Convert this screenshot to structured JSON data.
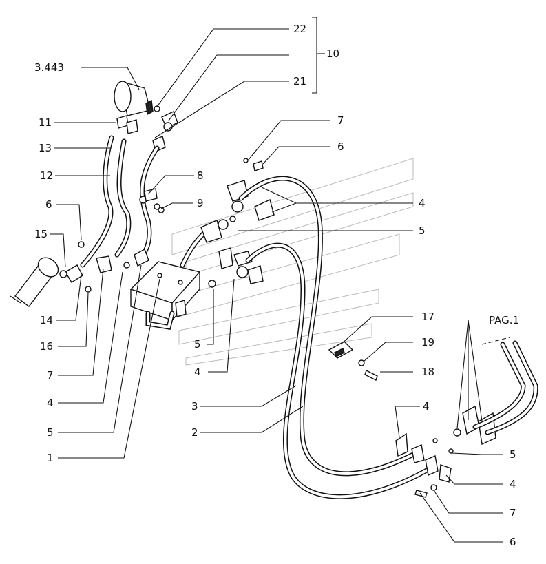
{
  "labels": {
    "ref_3443": "3.443",
    "n22": "22",
    "n10": "10",
    "n21": "21",
    "n11": "11",
    "n13": "13",
    "n12": "12",
    "n6_left": "6",
    "n15": "15",
    "n14": "14",
    "n16": "16",
    "n7_left": "7",
    "n4_left": "4",
    "n5_left": "5",
    "n1": "1",
    "n8": "8",
    "n9": "9",
    "n7_top": "7",
    "n6_top": "6",
    "n4_top": "4",
    "n5_mid": "5",
    "n5_center": "5",
    "n4_center": "4",
    "n17": "17",
    "n19": "19",
    "n18": "18",
    "n3": "3",
    "n2": "2",
    "pag1": "PAG.1",
    "n4_lower": "4",
    "n5_right": "5",
    "n4_right": "4",
    "n7_bottom": "7",
    "n6_bottom": "6"
  }
}
